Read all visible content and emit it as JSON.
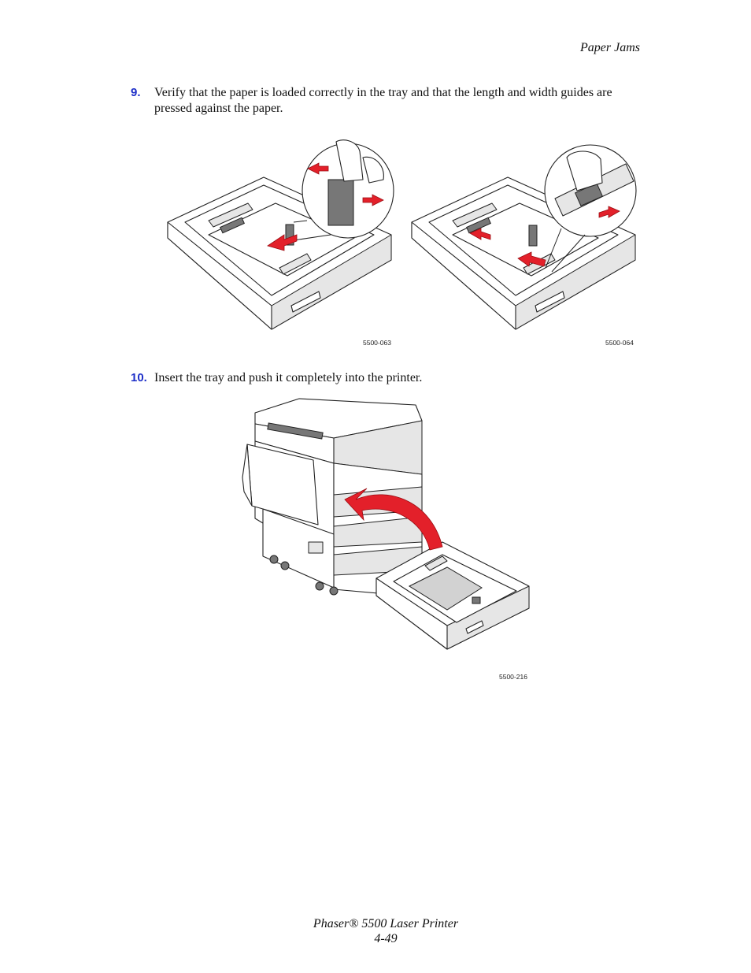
{
  "header": {
    "section": "Paper Jams"
  },
  "steps": [
    {
      "number": "9.",
      "text": "Verify that the paper is loaded correctly in the tray and that the length and width guides are pressed against the paper."
    },
    {
      "number": "10.",
      "text": "Insert the tray and push it completely into the printer."
    }
  ],
  "figures": [
    {
      "code": "5500-063"
    },
    {
      "code": "5500-064"
    },
    {
      "code": "5500-216"
    }
  ],
  "footer": {
    "title": "Phaser® 5500 Laser Printer",
    "page": "4-49"
  },
  "colors": {
    "step_number": "#1e2fc8",
    "arrow": "#e3202a"
  }
}
